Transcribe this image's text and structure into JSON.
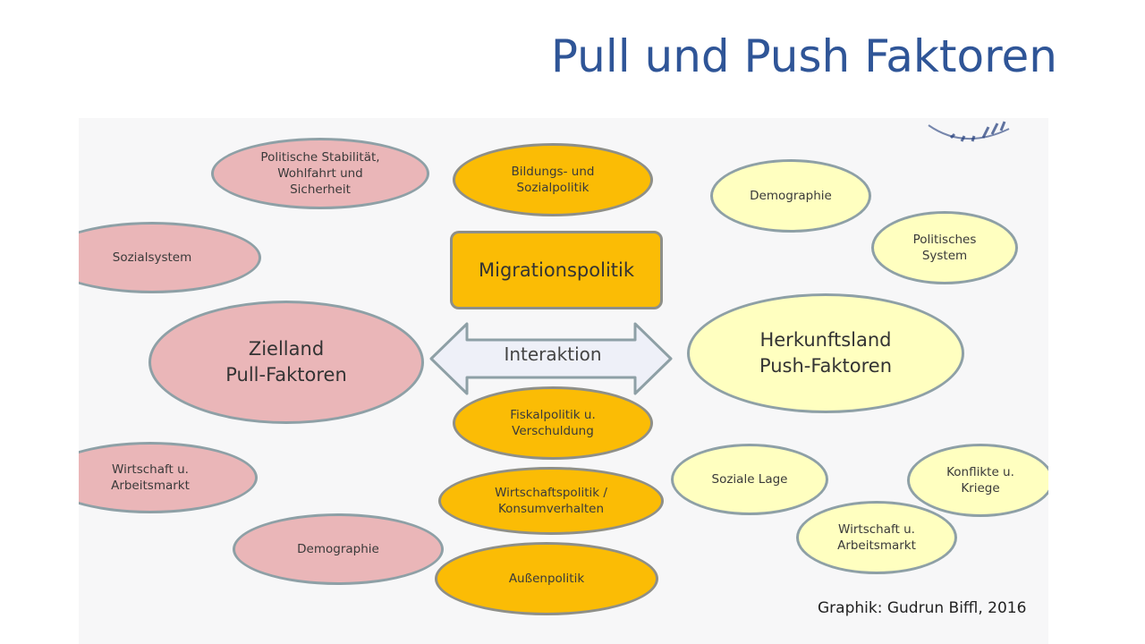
{
  "title": "Pull und Push Faktoren",
  "credit": "Graphik: Gudrun Biffl, 2016",
  "center_box": "Migrationspolitik",
  "arrow_label": "Interaktion",
  "pull": {
    "main": "Zielland\nPull-Faktoren",
    "stability": "Politische Stabilität,\nWohlfahrt und\nSicherheit",
    "social_system": "Sozialsystem",
    "economy": "Wirtschaft u.\nArbeitsmarkt",
    "demography": "Demographie"
  },
  "policies": {
    "education": "Bildungs- und\nSozialpolitik",
    "fiscal": "Fiskalpolitik u.\nVerschuldung",
    "economic": "Wirtschaftspolitik /\nKonsumverhalten",
    "foreign": "Außenpolitik"
  },
  "push": {
    "main": "Herkunftsland\nPush-Faktoren",
    "demography": "Demographie",
    "political": "Politisches\nSystem",
    "social": "Soziale Lage",
    "conflicts": "Konflikte u.\nKriege",
    "economy": "Wirtschaft u.\nArbeitsmarkt"
  },
  "colors": {
    "title": "#2f5597",
    "pull": "#eab6b8",
    "policy": "#fbbc05",
    "push": "#ffffc0",
    "arrow": "#eef0f8"
  }
}
